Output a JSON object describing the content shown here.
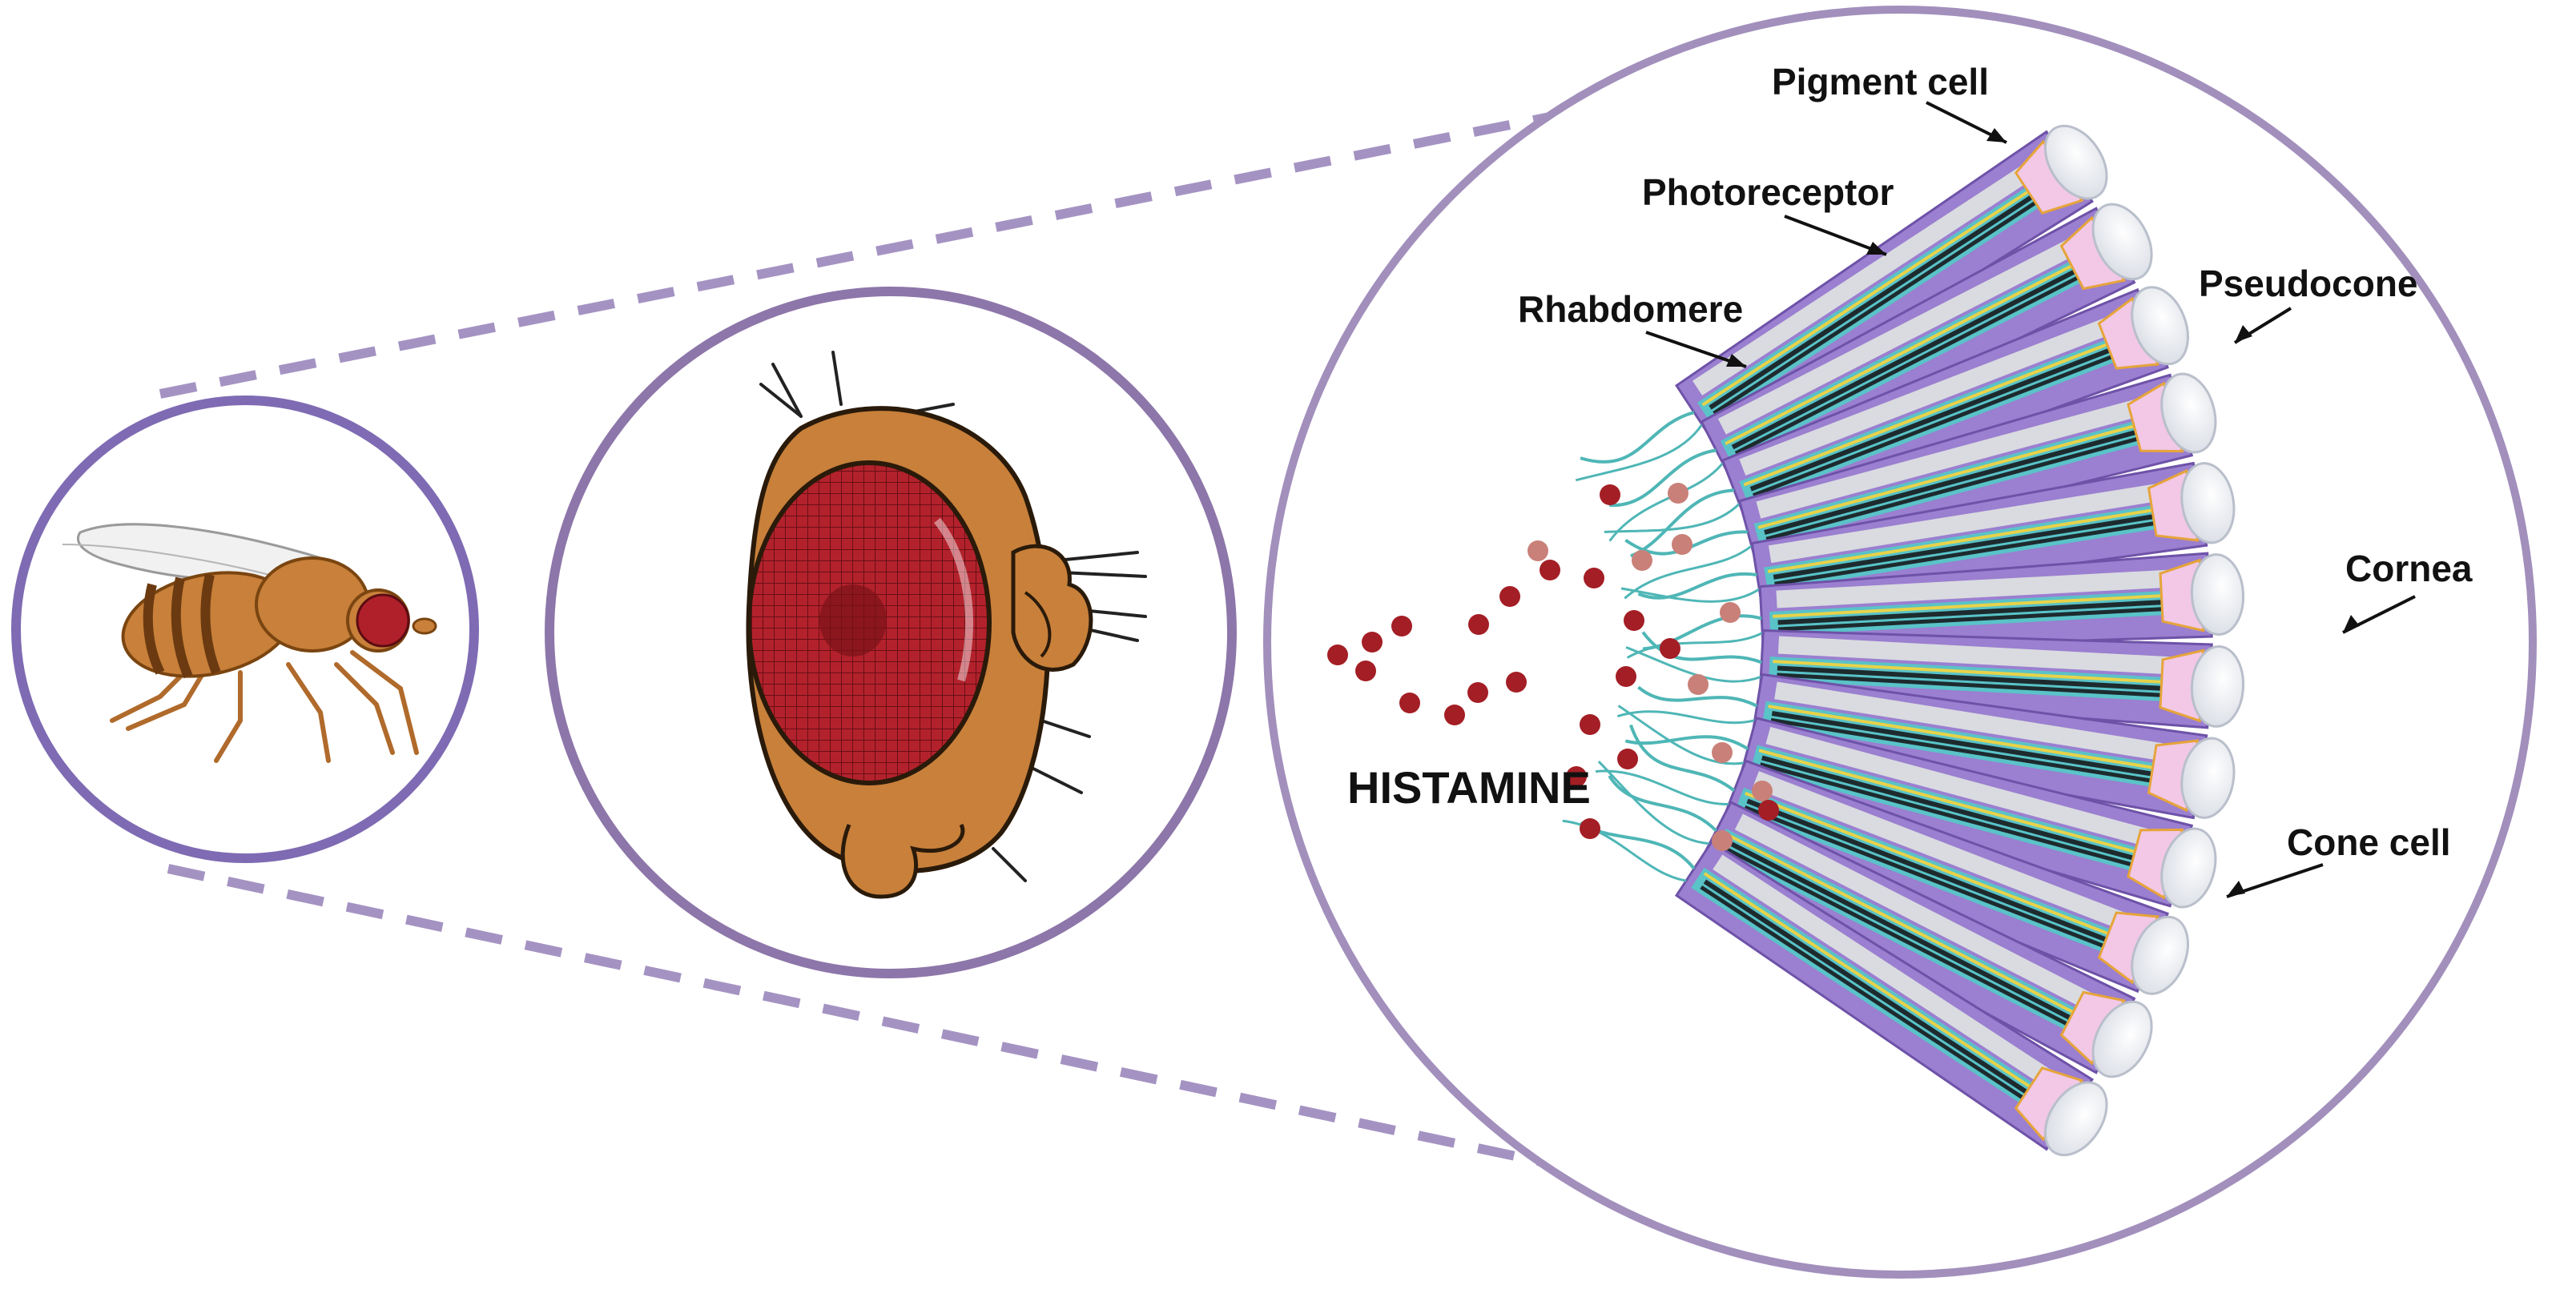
{
  "labels": {
    "pigment_cell": "Pigment cell",
    "photoreceptor": "Photoreceptor",
    "rhabdomere": "Rhabdomere",
    "pseudocone": "Pseudocone",
    "cornea": "Cornea",
    "cone_cell": "Cone cell",
    "histamine": "HISTAMINE"
  },
  "colors": {
    "circle_left": "#7e6bb3",
    "circle_mid": "#8d76a9",
    "circle_right": "#a28fbc",
    "dashes": "#a493c2",
    "fly_body": "#c8803a",
    "fly_eye": "#b0202a",
    "histamine_dot": "#a41e25",
    "histamine_dot_faint": "#c98078",
    "ommatidium_purple": "#9b7fd0",
    "ommatidium_cyan": "#59c3c8",
    "ommatidium_grey": "#d9dbe0",
    "rhabdomere_dark": "#1d2b2e",
    "axon": "#4fb6b6"
  },
  "icons": [
    "fruit-fly-icon",
    "fly-head-icon",
    "ommatidia-cluster-icon"
  ]
}
